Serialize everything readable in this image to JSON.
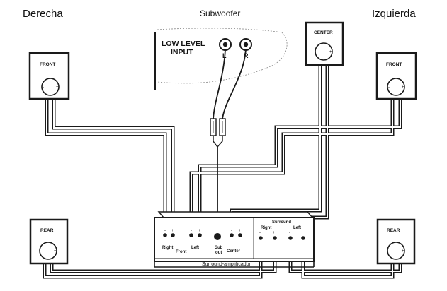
{
  "header": {
    "left": "Derecha",
    "center": "Subwoofer",
    "right": "Izquierda"
  },
  "subwoofer": {
    "input_line1": "LOW LEVEL",
    "input_line2": "INPUT",
    "jack_left": "L",
    "jack_right": "R"
  },
  "speakers": {
    "front_right": "FRONT",
    "front_left": "FRONT",
    "center": "CENTER",
    "rear_right": "REAR",
    "rear_left": "REAR"
  },
  "amplifier": {
    "name": "Surround-amplificador",
    "front_right": "Right",
    "front_label": "Front",
    "front_left": "Left",
    "sub_line1": "Sub",
    "sub_line2": "out",
    "center": "Center",
    "surround": "Surround",
    "surround_right": "Right",
    "surround_left": "Left",
    "minus": "-",
    "plus": "+"
  },
  "colors": {
    "line": "#1a1a1a",
    "wire_outline": "#1a1a1a",
    "wire_fill": "#ffffff",
    "background": "#ffffff"
  }
}
